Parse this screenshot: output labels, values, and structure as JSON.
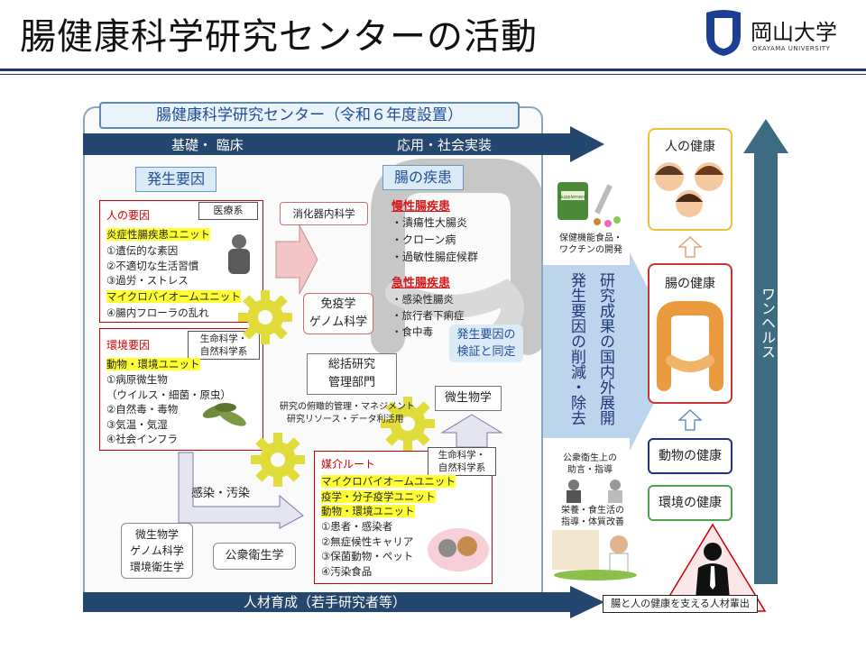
{
  "header": {
    "title": "腸健康科学研究センターの活動",
    "logo_name": "岡山大学",
    "logo_sub": "OKAYAMA UNIVERSITY"
  },
  "center": {
    "title": "腸健康科学研究センター（令和６年度設置）",
    "band_left": "基礎・ 臨床",
    "band_right": "応用・社会実装",
    "bottom_band": "人材育成（若手研究者等）"
  },
  "cause": {
    "label": "発生要因",
    "human": {
      "title": "人の要因",
      "tag": "医療系",
      "unit1": "炎症性腸疾患ユニット",
      "items1": [
        "①遺伝的な素因",
        "②不適切な生活習慣",
        "③過労・ストレス"
      ],
      "unit2": "マイクロバイオームユニット",
      "items2": [
        "④腸内フローラの乱れ"
      ]
    },
    "env": {
      "title": "環境要因",
      "tag1": "生命科学・",
      "tag2": "自然科学系",
      "unit": "動物・環境ユニット",
      "items": [
        "①病原微生物",
        "（ウイルス・細菌・原虫）",
        "②自然毒・毒物",
        "③気温・気湿",
        "④社会インフラ"
      ]
    }
  },
  "middle": {
    "gastro": "消化器内科学",
    "immuno1": "免疫学",
    "immuno2": "ゲノム科学",
    "mgmt1": "総括研究",
    "mgmt2": "管理部門",
    "mgmt_desc1": "研究の俯瞰的管理・マネジメント",
    "mgmt_desc2": "研究リソース・データ利活用",
    "micro": "微生物学",
    "infection": "感染・汚染",
    "fields": [
      "微生物学",
      "ゲノム科学",
      "環境衛生学"
    ],
    "public_health": "公衆衛生学"
  },
  "disease": {
    "label": "腸の疾患",
    "chronic": "慢性腸疾患",
    "chronic_items": [
      "・潰瘍性大腸炎",
      "・クローン病",
      "・過敏性腸症候群"
    ],
    "acute": "急性腸疾患",
    "acute_items": [
      "・感染性腸炎",
      "・旅行者下痢症",
      "・食中毒"
    ],
    "verify1": "発生要因の",
    "verify2": "検証と同定"
  },
  "mediator": {
    "title": "媒介ルート",
    "tag1": "生命科学・",
    "tag2": "自然科学系",
    "units": [
      "マイクロバイオームユニット",
      "疫学・分子疫学ユニット",
      "動物・環境ユニット"
    ],
    "items": [
      "①患者・感染者",
      "②無症候性キャリア",
      "③保菌動物・ペット",
      "④汚染食品"
    ]
  },
  "outcome": {
    "col1": "研究成果の国内外展開",
    "col2": "発生要因の削減・除去",
    "food_label1": "保健機能食品・",
    "food_label2": "ワクチンの開発",
    "advice1": "公衆衛生上の",
    "advice2": "助言・指導",
    "nutrition1": "栄養・食生活の",
    "nutrition2": "指導・体質改善",
    "supplement_label": "Supplement",
    "hr": "腸と人の健康を支える人材輩出"
  },
  "health": {
    "human": "人の健康",
    "gut": "腸の健康",
    "animal": "動物の健康",
    "env": "環境の健康",
    "onehealth": "ワンヘルス"
  },
  "colors": {
    "navy": "#25307a",
    "band": "#24476f",
    "yellow_hl": "#ffff33",
    "red": "#d41818",
    "gear": "#e2dc3a",
    "green": "#4da34d"
  }
}
